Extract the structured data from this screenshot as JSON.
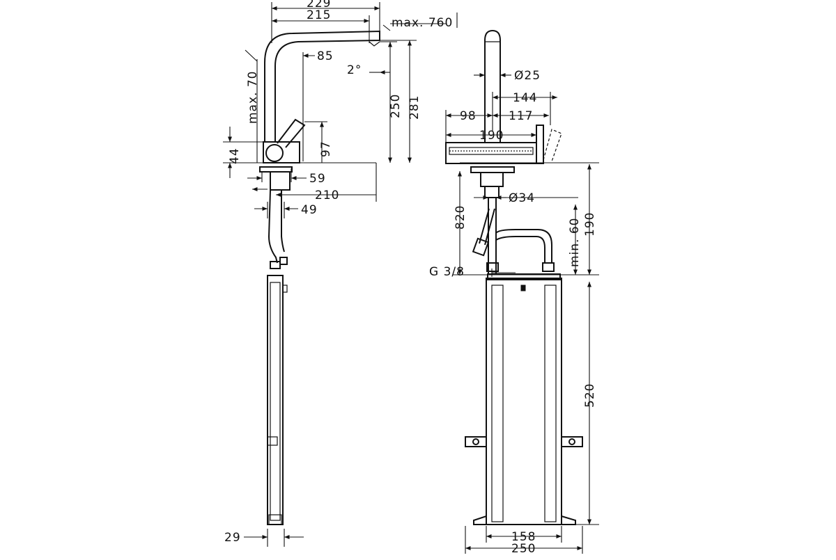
{
  "side_view": {
    "dims": {
      "d229": "229",
      "d215": "215",
      "max760": "max. 760",
      "d85": "85",
      "d2deg": "2°",
      "d250": "250",
      "d281": "281",
      "max70": "max. 70",
      "d44": "44",
      "d97": "97",
      "d59": "59",
      "d210": "210",
      "d49": "49",
      "d29": "29"
    }
  },
  "front_view": {
    "dims": {
      "dia25": "Ø25",
      "d144": "144",
      "d98": "98",
      "d117": "117",
      "d190_top": "190",
      "dia34": "Ø34",
      "d820": "820",
      "min60": "min. 60",
      "d190_right": "190",
      "g38": "G 3/8",
      "d520": "520",
      "d158": "158",
      "d250": "250"
    }
  }
}
